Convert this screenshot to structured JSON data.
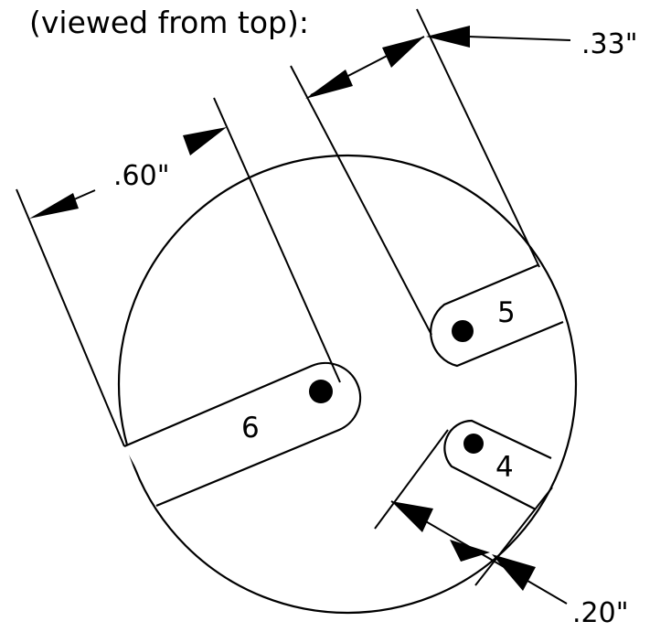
{
  "caption": "(viewed from top):",
  "dimensions": {
    "gap_top": ".33\"",
    "slot_width_6": ".60\"",
    "slot_width_4": ".20\""
  },
  "slots": {
    "six": "6",
    "five": "5",
    "four": "4"
  }
}
